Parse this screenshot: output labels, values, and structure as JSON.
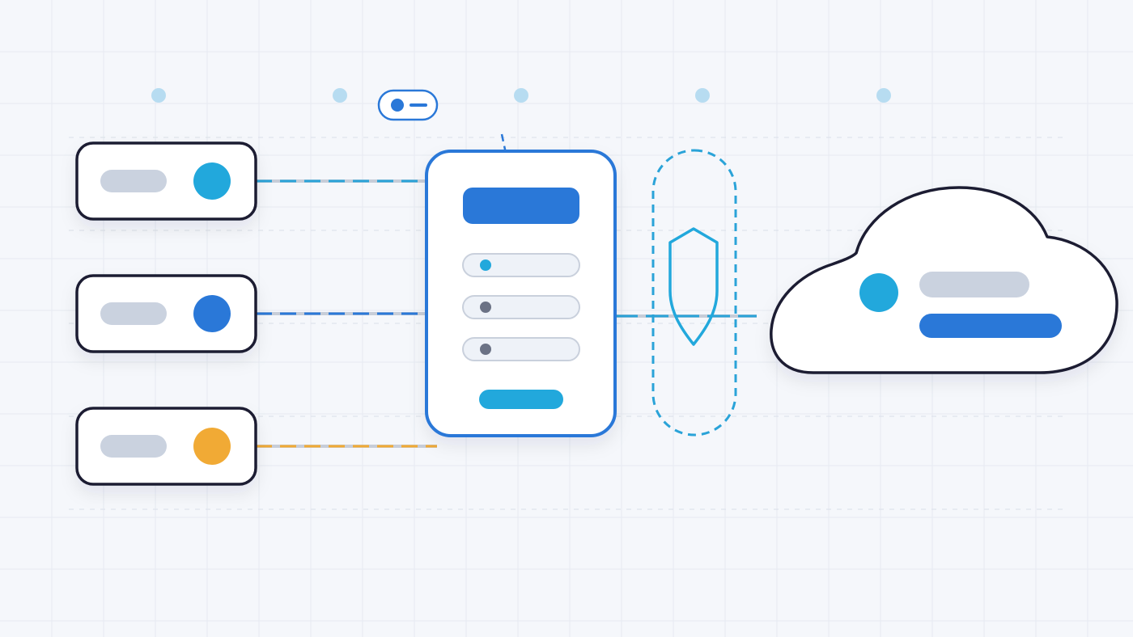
{
  "colors": {
    "background": "#f5f7fb",
    "grid": "#e6eaf1",
    "outline": "#1c1f33",
    "card": "#ffffff",
    "placeholder": "#cad2df",
    "accent_cyan": "#22a8dc",
    "accent_blue": "#2a78d8",
    "accent_orange": "#f1aa35",
    "row_fill": "#eef2f8",
    "row_dot_muted": "#6b7285",
    "timeline_dot": "#b7dcf1",
    "connector_gray": "#c7cdd8"
  },
  "icons": {
    "top_toggle": "toggle-icon",
    "security": "shield-icon",
    "destination": "cloud-icon"
  },
  "sources": [
    {
      "id": "source-1",
      "status_color": "#22a8dc",
      "connector_color": "#2aa3d8"
    },
    {
      "id": "source-2",
      "status_color": "#2a78d8",
      "connector_color": "#2a78d8"
    },
    {
      "id": "source-3",
      "status_color": "#f1aa35",
      "connector_color": "#f1aa35"
    }
  ],
  "hub": {
    "rows": [
      {
        "dot_color": "#22a8dc"
      },
      {
        "dot_color": "#6b7285"
      },
      {
        "dot_color": "#6b7285"
      }
    ]
  },
  "timeline": {
    "dot_count": 5
  }
}
